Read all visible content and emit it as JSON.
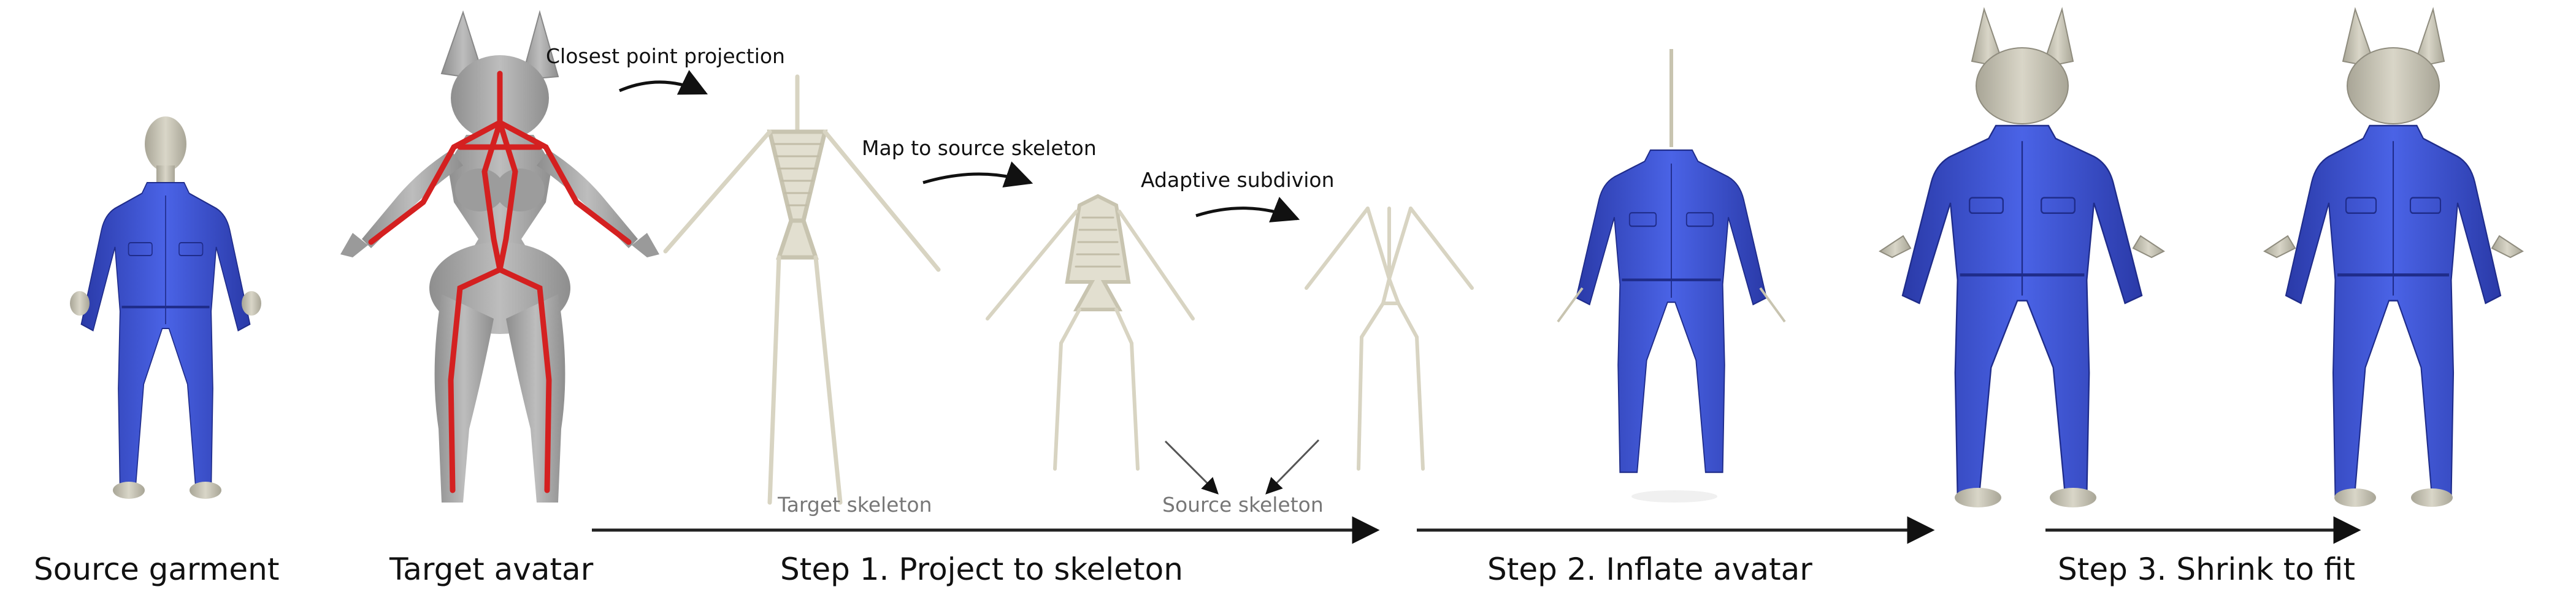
{
  "captions": {
    "source_garment": "Source garment",
    "target_avatar": "Target avatar",
    "step1": "Step 1. Project to skeleton",
    "step2": "Step 2. Inflate avatar",
    "step3": "Step 3. Shrink to fit"
  },
  "annotations": {
    "closest_point": "Closest point projection",
    "map_to_source": "Map to source skeleton",
    "adaptive": "Adaptive subdivion",
    "target_skeleton": "Target skeleton",
    "source_skeleton": "Source skeleton"
  },
  "colors": {
    "garment_blue": "#3d55d8",
    "garment_dark": "#2a3aa8",
    "skin": "#c9c6b8",
    "avatar_grey": "#a9a9a9",
    "skeleton_red": "#d42020",
    "skeleton_beige": "#d8d4c2"
  }
}
